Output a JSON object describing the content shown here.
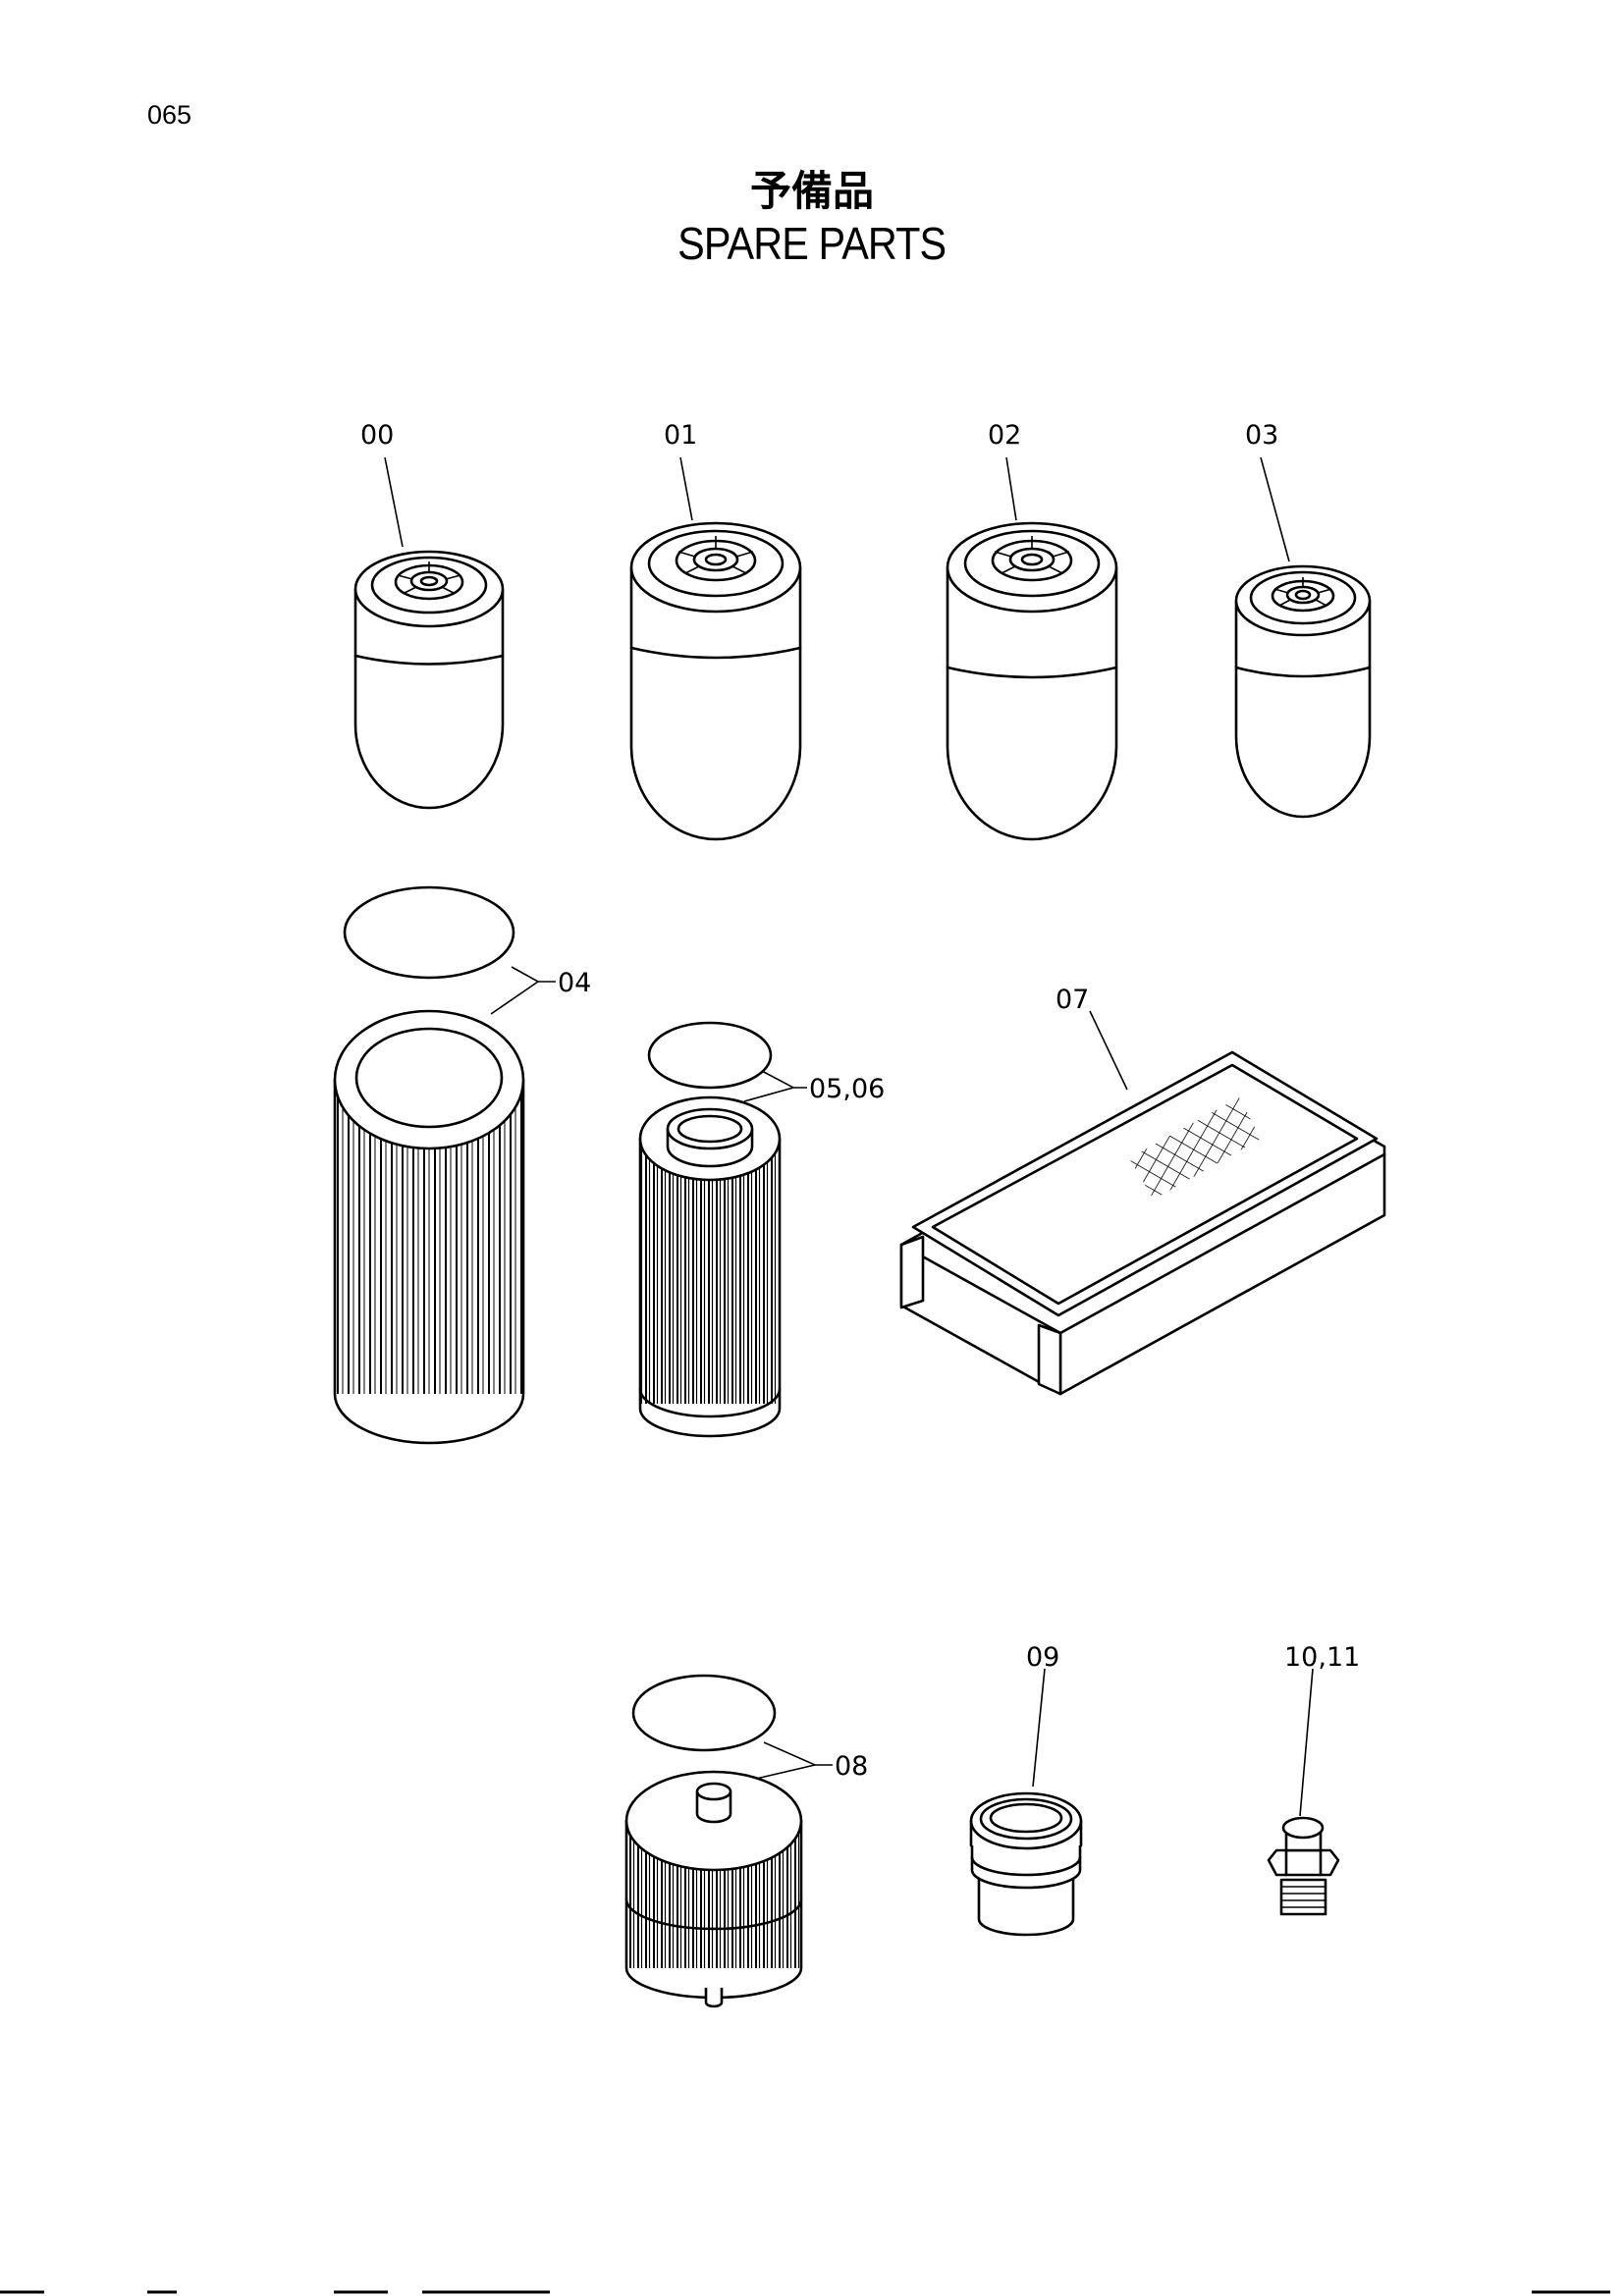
{
  "page": {
    "number": "065"
  },
  "title": {
    "japanese": "予備品",
    "english": "SPARE PARTS"
  },
  "callouts": {
    "c00": "00",
    "c01": "01",
    "c02": "02",
    "c03": "03",
    "c04": "04",
    "c0506": "05,06",
    "c07": "07",
    "c08": "08",
    "c09": "09",
    "c1011": "10,11"
  },
  "parts": [
    {
      "ref": "00",
      "depicts": "spin-on filter cartridge"
    },
    {
      "ref": "01",
      "depicts": "spin-on filter cartridge"
    },
    {
      "ref": "02",
      "depicts": "spin-on filter cartridge"
    },
    {
      "ref": "03",
      "depicts": "spin-on filter cartridge"
    },
    {
      "ref": "04",
      "depicts": "pleated filter element with O-ring"
    },
    {
      "ref": "05,06",
      "depicts": "pleated filter element with O-ring"
    },
    {
      "ref": "07",
      "depicts": "panel air filter"
    },
    {
      "ref": "08",
      "depicts": "pleated filter element with O-ring"
    },
    {
      "ref": "09",
      "depicts": "plug with seal"
    },
    {
      "ref": "10,11",
      "depicts": "grease fitting"
    }
  ]
}
